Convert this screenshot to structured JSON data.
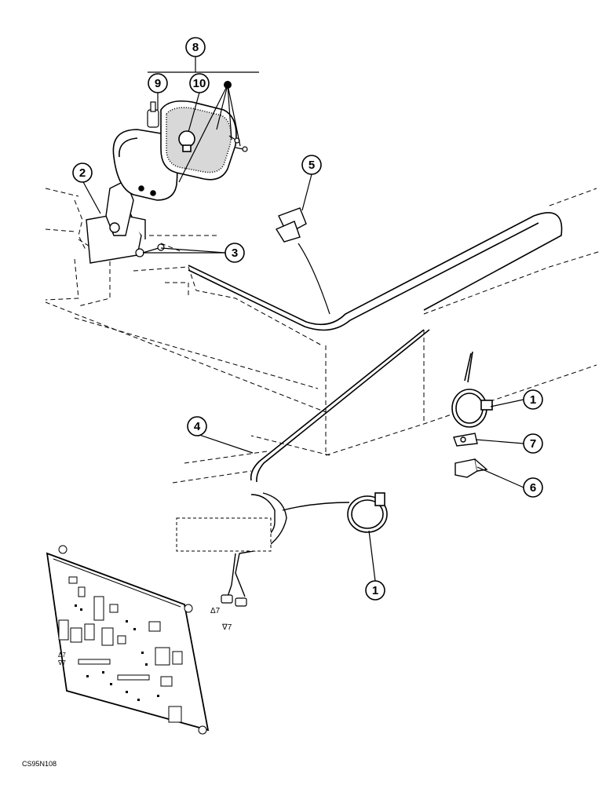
{
  "figure_id": "CS95N108",
  "callouts": {
    "c1a": "1",
    "c1b": "1",
    "c2": "2",
    "c3": "3",
    "c4": "4",
    "c5": "5",
    "c6": "6",
    "c7": "7",
    "c8": "8",
    "c9": "9",
    "c10": "10"
  },
  "connector_labels": {
    "a": "Δ7",
    "b": "∇7"
  },
  "board_labels": {
    "a": "Δ7",
    "b": "∇7"
  }
}
